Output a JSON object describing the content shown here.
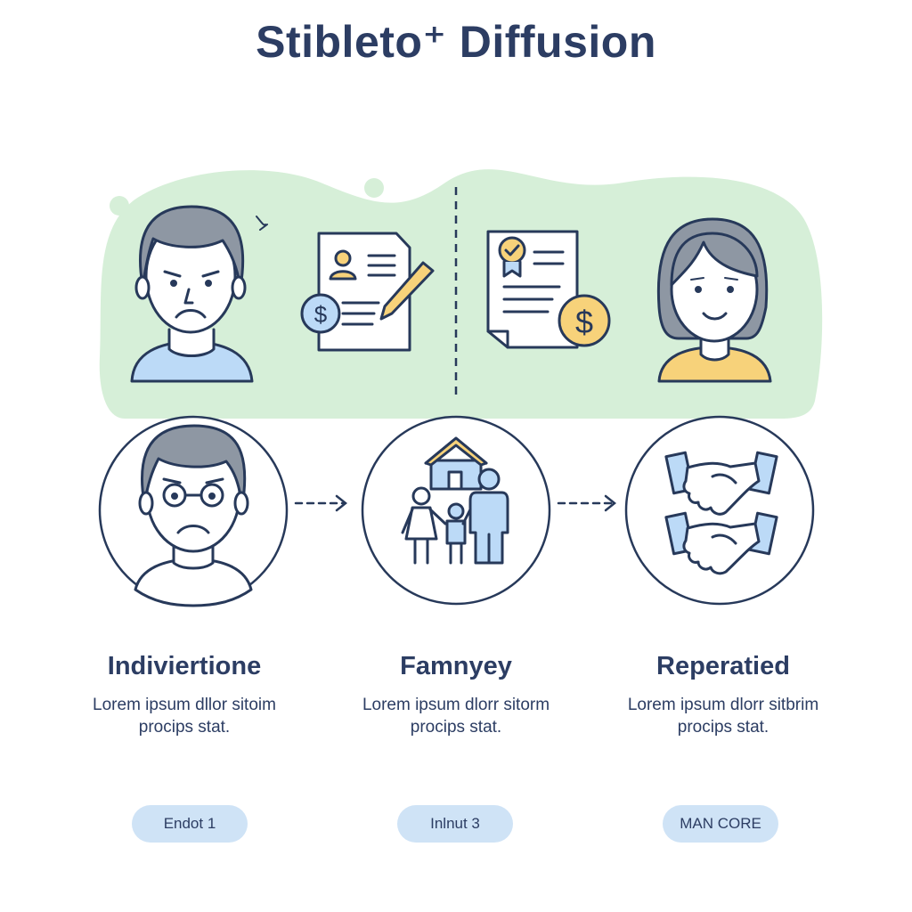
{
  "header": {
    "title": "Stibleto⁺ Diffusion"
  },
  "colors": {
    "accent_green": "#d6efd8",
    "line_navy": "#27395a",
    "skin": "#ffffff",
    "hair_gray": "#8e97a3",
    "shirt_blue": "#bcdaf7",
    "shirt_yellow": "#f7d27a",
    "coin_yellow": "#f7d27a",
    "pill_blue": "#cfe3f6"
  },
  "icons": {
    "top_left": "sad-man-icon",
    "contract": "contract-with-pen-icon",
    "certificate": "certificate-document-icon",
    "top_right": "smiling-woman-icon",
    "circle_1": "sad-elderly-man-icon",
    "circle_2": "family-house-icon",
    "circle_3": "handshake-icon"
  },
  "columns": [
    {
      "title": "Indiviertione",
      "desc": "Lorem ipsum dllor sitoim procips stat.",
      "button": "Endot 1"
    },
    {
      "title": "Famnyey",
      "desc": "Lorem ipsum dlorr sitorm procips stat.",
      "button": "Inlnut 3"
    },
    {
      "title": "Reperatied",
      "desc": "Lorem ipsum dlorr sitbrim procips stat.",
      "button": "MAN CORE"
    }
  ]
}
